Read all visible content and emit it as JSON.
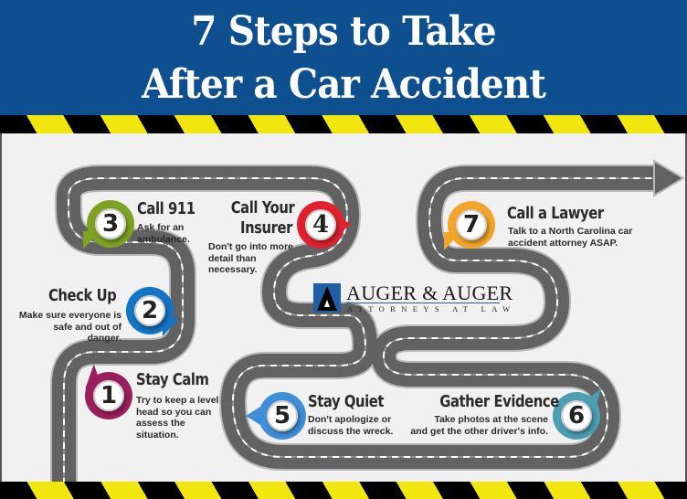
{
  "header": {
    "title_line1": "7 Steps to Take",
    "title_line2": "After a Car Accident",
    "background": "#0d4f8f"
  },
  "logo": {
    "name": "AUGER & AUGER",
    "subtitle": "ATTORNEYS AT LAW",
    "mark_letter": "A",
    "mark_color": "#1f5fa8"
  },
  "colors": {
    "road": "#626262",
    "road_edge": "#9a9a9a",
    "hazard_yellow": "#f2e60f",
    "hazard_black": "#000000",
    "background": "#f1f1f1"
  },
  "end_icon": "arrow-right-icon",
  "steps": [
    {
      "number": "1",
      "title": "Stay Calm",
      "description": [
        "Try to keep a level",
        "head so you can",
        "assess the",
        "situation."
      ],
      "color": "#9b1f5e"
    },
    {
      "number": "2",
      "title": "Check Up",
      "description": [
        "Make sure everyone is",
        "safe and out of danger."
      ],
      "color": "#1474c4"
    },
    {
      "number": "3",
      "title": "Call 911",
      "description": [
        "Ask for an",
        "ambulance."
      ],
      "color": "#7ea223"
    },
    {
      "number": "4",
      "title_line1": "Call Your",
      "title_line2": "Insurer",
      "description": [
        "Don't go into more",
        "detail than",
        "necessary."
      ],
      "color": "#e0212e"
    },
    {
      "number": "5",
      "title": "Stay Quiet",
      "description": [
        "Don't apologize or",
        "discuss the wreck."
      ],
      "color": "#3f8fd8"
    },
    {
      "number": "6",
      "title": "Gather Evidence",
      "description": [
        "Take photos at the scene",
        "and get the other driver's info."
      ],
      "color": "#4a9fb1"
    },
    {
      "number": "7",
      "title": "Call a Lawyer",
      "description": [
        "Talk to a North Carolina car",
        "accident attorney ASAP."
      ],
      "color": "#f2a529"
    }
  ]
}
